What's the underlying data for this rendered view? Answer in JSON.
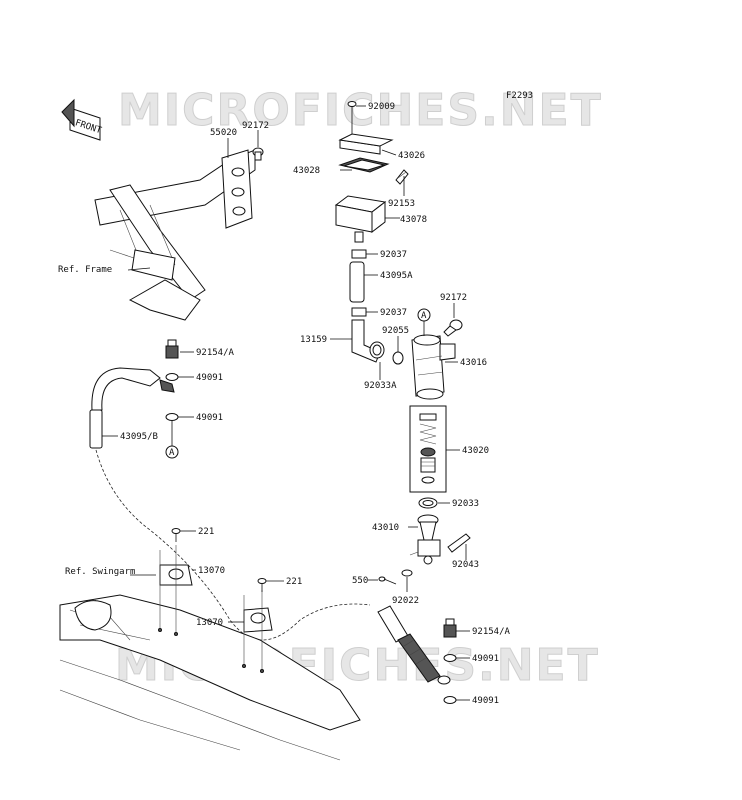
{
  "watermark": "MICROFICHES.NET",
  "figure_code": "F2293",
  "front_label": "FRONT",
  "ref_frame": "Ref. Frame",
  "ref_swingarm": "Ref. Swingarm",
  "marker": "A",
  "labels": {
    "p92009": "92009",
    "p43026": "43026",
    "p43028": "43028",
    "p92153": "92153",
    "p43078": "43078",
    "p92037a": "92037",
    "p43095a": "43095A",
    "p92037b": "92037",
    "p92172a": "92172",
    "p55020": "55020",
    "p92172b": "92172",
    "p92055": "92055",
    "p13159": "13159",
    "p43016": "43016",
    "p92033a": "92033A",
    "p92154a": "92154/A",
    "p49091a": "49091",
    "p49091b": "49091",
    "p43095b": "43095/B",
    "p43020": "43020",
    "p92033": "92033",
    "p43010": "43010",
    "p92043": "92043",
    "p221a": "221",
    "p13070a": "13070",
    "p221b": "221",
    "p13070b": "13070",
    "p550": "550",
    "p92022": "92022",
    "p92154b": "92154/A",
    "p49091c": "49091",
    "p49091d": "49091"
  }
}
